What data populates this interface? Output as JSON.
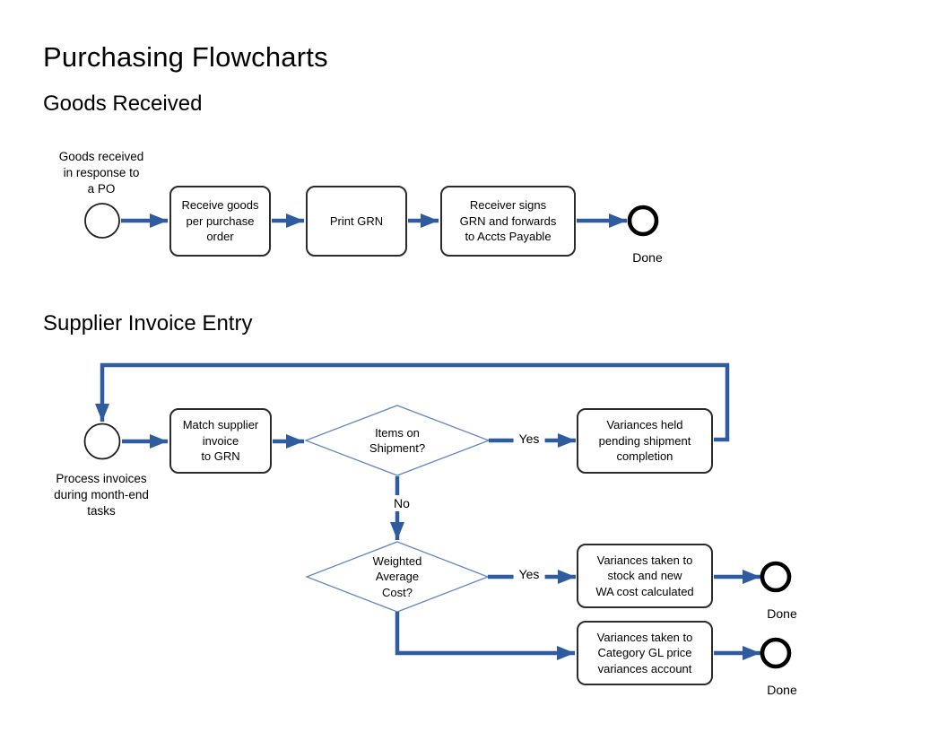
{
  "title": "Purchasing Flowcharts",
  "flow1": {
    "heading": "Goods Received",
    "start_label": "Goods received\nin response to\na PO",
    "step1": "Receive goods\nper purchase\norder",
    "step2": "Print GRN",
    "step3": "Receiver signs\nGRN and forwards\nto Accts Payable",
    "end_label": "Done"
  },
  "flow2": {
    "heading": "Supplier Invoice Entry",
    "start_label": "Process invoices\nduring month-end\ntasks",
    "step_match": "Match supplier\ninvoice\nto GRN",
    "decision1": "Items on\nShipment?",
    "decision1_yes": "Yes",
    "decision1_no": "No",
    "step_held": "Variances held\npending shipment\ncompletion",
    "decision2": "Weighted\nAverage\nCost?",
    "decision2_yes": "Yes",
    "step_stock": "Variances taken to\nstock and new\nWA cost calculated",
    "step_category": "Variances taken to\nCategory GL price\nvariances account",
    "end1_label": "Done",
    "end2_label": "Done"
  },
  "colors": {
    "connector": "#2e5c9e",
    "decision_border": "#6286c4",
    "task_border": "#2b2b2b",
    "node_fill": "#ffffff",
    "end_event_stroke": "#000000",
    "text": "#000000"
  }
}
